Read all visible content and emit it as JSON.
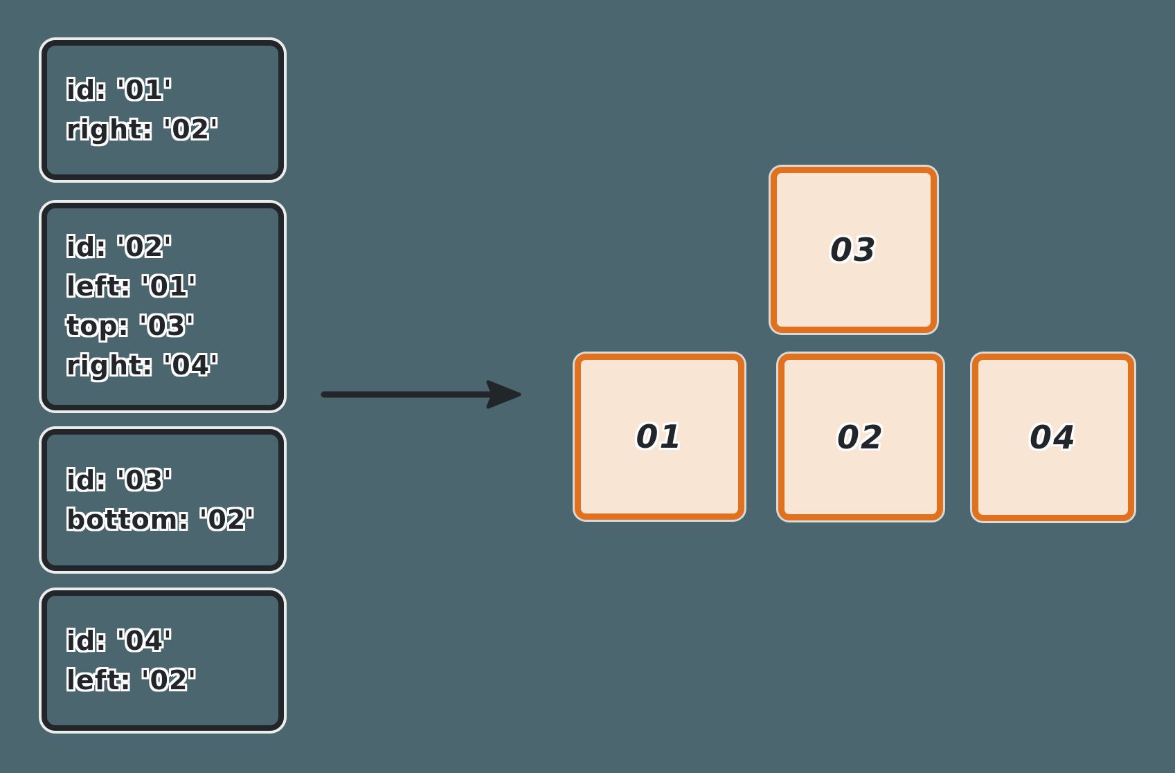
{
  "colors": {
    "background": "#4B666E",
    "ink": "#22262A",
    "orange": "#E0711E",
    "peach": "#F9E5D4",
    "sticker_outline": "#FFFFFF"
  },
  "definition_cards": [
    {
      "lines": [
        "id: '01'",
        "right: '02'"
      ]
    },
    {
      "lines": [
        "id: '02'",
        "left: '01'",
        "top: '03'",
        "right: '04'"
      ]
    },
    {
      "lines": [
        "id: '03'",
        "bottom: '02'"
      ]
    },
    {
      "lines": [
        "id: '04'",
        "left: '02'"
      ]
    }
  ],
  "arrow": {
    "name": "right-arrow"
  },
  "nodes": [
    {
      "label": "03"
    },
    {
      "label": "01"
    },
    {
      "label": "02"
    },
    {
      "label": "04"
    }
  ]
}
